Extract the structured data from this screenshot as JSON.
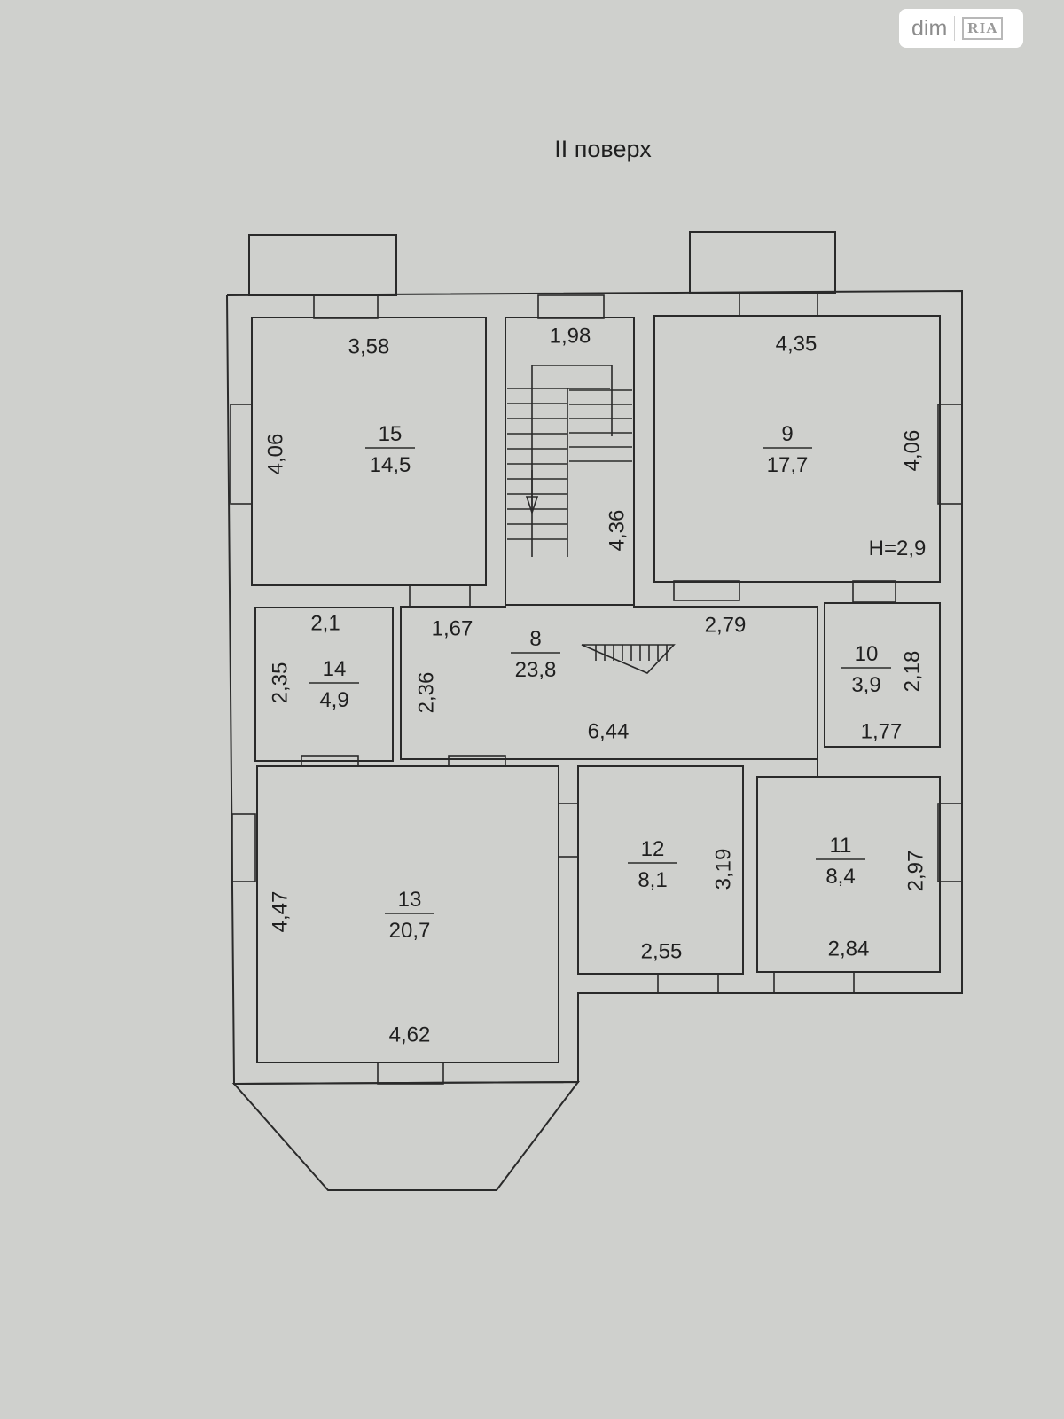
{
  "watermark": {
    "brand": "dim",
    "logo_text": "RIA"
  },
  "floor_title": "II поверх",
  "height_label": "H=2,9",
  "rooms": [
    {
      "id": "15",
      "number": "15",
      "area": "14,5",
      "dims": [
        "3,58",
        "4,06"
      ]
    },
    {
      "id": "stair",
      "number": "",
      "area": "",
      "dims": [
        "1,98",
        "4,36"
      ]
    },
    {
      "id": "9",
      "number": "9",
      "area": "17,7",
      "dims": [
        "4,35",
        "4,06"
      ]
    },
    {
      "id": "14",
      "number": "14",
      "area": "4,9",
      "dims": [
        "2,1",
        "2,35"
      ]
    },
    {
      "id": "8",
      "number": "8",
      "area": "23,8",
      "dims": [
        "1,67",
        "2,79",
        "2,36",
        "6,44"
      ]
    },
    {
      "id": "10",
      "number": "10",
      "area": "3,9",
      "dims": [
        "2,18",
        "1,77"
      ]
    },
    {
      "id": "13",
      "number": "13",
      "area": "20,7",
      "dims": [
        "4,47",
        "4,62"
      ]
    },
    {
      "id": "12",
      "number": "12",
      "area": "8,1",
      "dims": [
        "3,19",
        "2,55"
      ]
    },
    {
      "id": "11",
      "number": "11",
      "area": "8,4",
      "dims": [
        "2,97",
        "2,84"
      ]
    }
  ]
}
